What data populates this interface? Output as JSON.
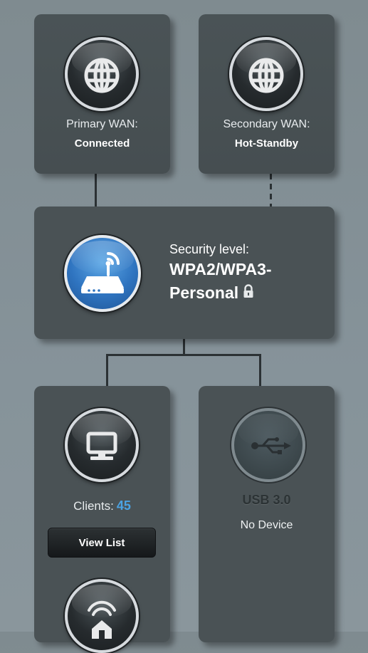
{
  "primary_wan": {
    "label": "Primary WAN:",
    "status": "Connected",
    "icon": "globe-icon"
  },
  "secondary_wan": {
    "label": "Secondary WAN:",
    "status": "Hot-Standby",
    "icon": "globe-icon"
  },
  "router": {
    "icon": "router-icon",
    "security_label": "Security level:",
    "security_value": "WPA2/WPA3-Personal",
    "lock_icon": "lock-icon"
  },
  "clients": {
    "icon": "monitor-icon",
    "label": "Clients:",
    "count": "45",
    "view_list_label": "View List",
    "count_color": "#4ba3e3"
  },
  "usb": {
    "icon": "usb-icon",
    "name": "USB 3.0",
    "status": "No Device"
  },
  "extra_node": {
    "icon": "aimesh-node-icon"
  },
  "colors": {
    "background": "#838f95",
    "card": "#4a5255",
    "router_accent": "#2f74c0"
  }
}
